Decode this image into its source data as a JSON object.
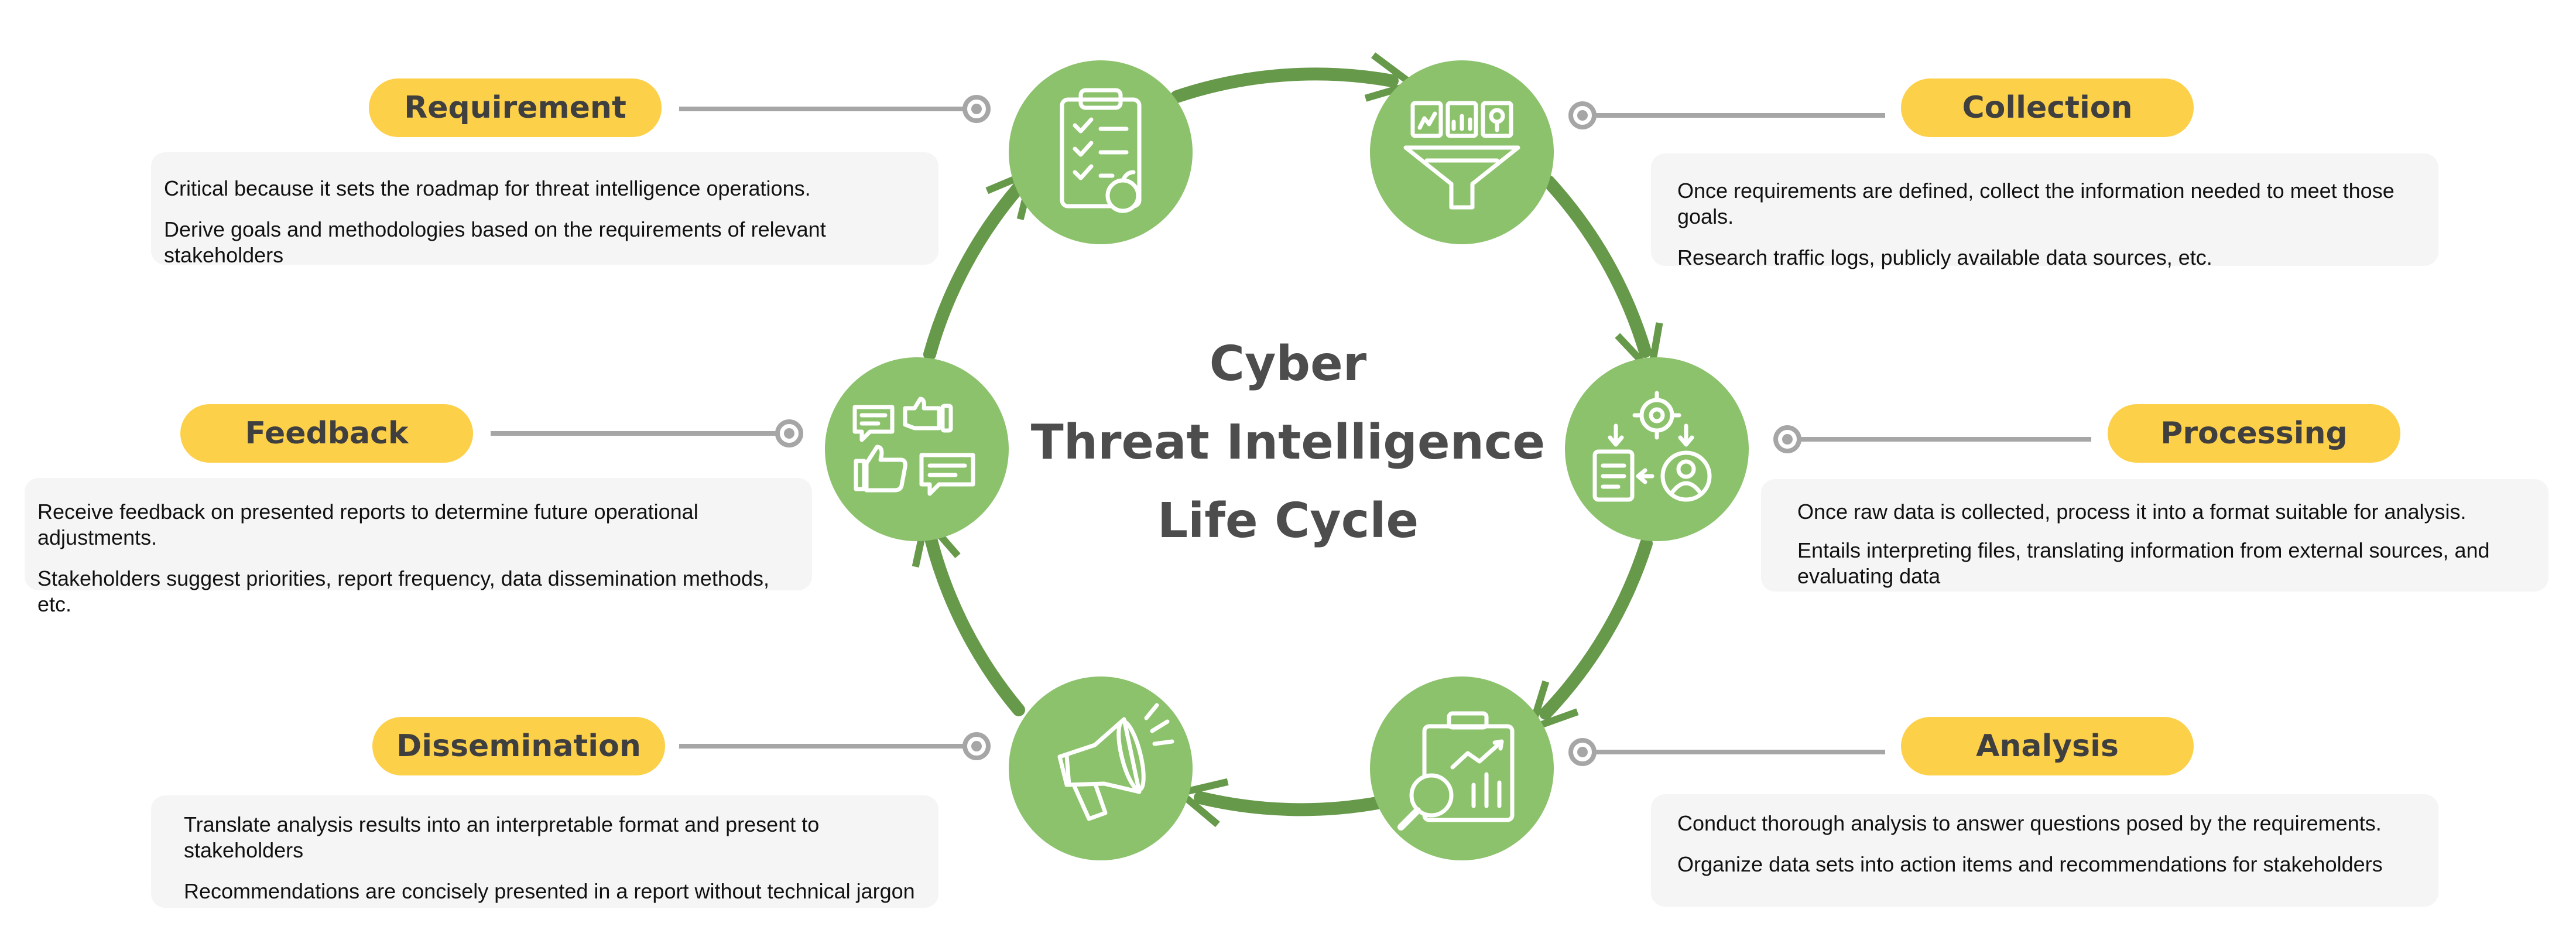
{
  "title": {
    "line1": "Cyber",
    "line2": "Threat Intelligence",
    "line3": "Life Cycle"
  },
  "colors": {
    "circle": "#8cc26c",
    "arrow": "#67994a",
    "pill": "#fdd04a",
    "connector": "#a6a6a6",
    "description_bg": "#f5f5f5",
    "title_text": "#4d4d4d"
  },
  "stages": {
    "requirement": {
      "label": "Requirement",
      "icon": "clipboard-checklist-icon",
      "lines": [
        "Critical because it sets the roadmap for threat intelligence operations.",
        "Derive goals and methodologies based on the requirements of relevant stakeholders"
      ]
    },
    "collection": {
      "label": "Collection",
      "icon": "data-funnel-icon",
      "lines": [
        "Once requirements are defined, collect the information needed to meet those goals.",
        "Research traffic logs, publicly available data sources, etc."
      ]
    },
    "processing": {
      "label": "Processing",
      "icon": "gear-document-user-icon",
      "lines": [
        "Once raw data is collected, process it into a format suitable for analysis.",
        "Entails interpreting files, translating information from external sources, and evaluating data"
      ]
    },
    "analysis": {
      "label": "Analysis",
      "icon": "magnifier-chart-icon",
      "lines": [
        "Conduct thorough analysis to answer questions posed by the requirements.",
        "Organize data sets into action items and recommendations for stakeholders"
      ]
    },
    "dissemination": {
      "label": "Dissemination",
      "icon": "megaphone-icon",
      "lines": [
        "Translate analysis results into an interpretable format and present to stakeholders",
        "Recommendations are concisely presented in a report without technical jargon"
      ]
    },
    "feedback": {
      "label": "Feedback",
      "icon": "feedback-chat-thumbs-icon",
      "lines": [
        "Receive feedback on presented reports to determine future operational adjustments.",
        "Stakeholders suggest priorities, report frequency, data dissemination methods, etc."
      ]
    }
  }
}
